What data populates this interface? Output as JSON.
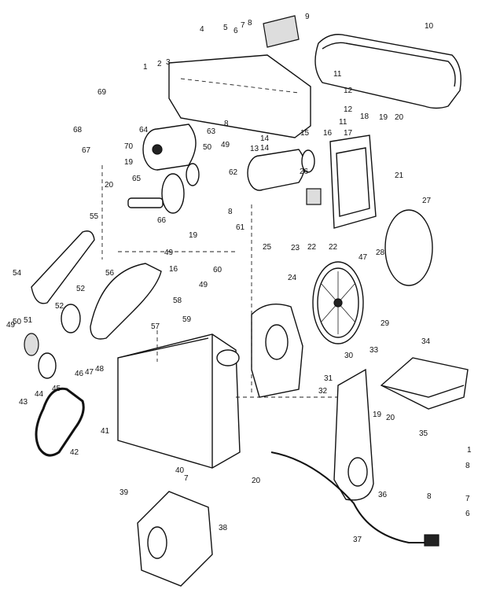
{
  "callouts": [
    {
      "id": "c1",
      "label": "1"
    },
    {
      "id": "c2",
      "label": "2"
    },
    {
      "id": "c3",
      "label": "3"
    },
    {
      "id": "c4",
      "label": "4"
    },
    {
      "id": "c5",
      "label": "5"
    },
    {
      "id": "c6",
      "label": "6"
    },
    {
      "id": "c7",
      "label": "7"
    },
    {
      "id": "c8",
      "label": "8"
    },
    {
      "id": "c9",
      "label": "9"
    },
    {
      "id": "c10",
      "label": "10"
    },
    {
      "id": "c11",
      "label": "11"
    },
    {
      "id": "c12",
      "label": "12"
    },
    {
      "id": "c12b",
      "label": "12"
    },
    {
      "id": "c11b",
      "label": "11"
    },
    {
      "id": "c8b",
      "label": "8"
    },
    {
      "id": "c13",
      "label": "13"
    },
    {
      "id": "c14",
      "label": "14"
    },
    {
      "id": "c14b",
      "label": "14"
    },
    {
      "id": "c15",
      "label": "15"
    },
    {
      "id": "c16",
      "label": "16"
    },
    {
      "id": "c17",
      "label": "17"
    },
    {
      "id": "c18",
      "label": "18"
    },
    {
      "id": "c19",
      "label": "19"
    },
    {
      "id": "c20",
      "label": "20"
    },
    {
      "id": "c21",
      "label": "21"
    },
    {
      "id": "c22",
      "label": "22"
    },
    {
      "id": "c22b",
      "label": "22"
    },
    {
      "id": "c23",
      "label": "23"
    },
    {
      "id": "c24",
      "label": "24"
    },
    {
      "id": "c25",
      "label": "25"
    },
    {
      "id": "c26",
      "label": "26"
    },
    {
      "id": "c27",
      "label": "27"
    },
    {
      "id": "c28",
      "label": "28"
    },
    {
      "id": "c29",
      "label": "29"
    },
    {
      "id": "c30",
      "label": "30"
    },
    {
      "id": "c31",
      "label": "31"
    },
    {
      "id": "c32",
      "label": "32"
    },
    {
      "id": "c33",
      "label": "33"
    },
    {
      "id": "c34",
      "label": "34"
    },
    {
      "id": "c35",
      "label": "35"
    },
    {
      "id": "c36",
      "label": "36"
    },
    {
      "id": "c37",
      "label": "37"
    },
    {
      "id": "c38",
      "label": "38"
    },
    {
      "id": "c39",
      "label": "39"
    },
    {
      "id": "c40",
      "label": "40"
    },
    {
      "id": "c41",
      "label": "41"
    },
    {
      "id": "c42",
      "label": "42"
    },
    {
      "id": "c43",
      "label": "43"
    },
    {
      "id": "c44",
      "label": "44"
    },
    {
      "id": "c45",
      "label": "45"
    },
    {
      "id": "c46",
      "label": "46"
    },
    {
      "id": "c47",
      "label": "47"
    },
    {
      "id": "c47b",
      "label": "47"
    },
    {
      "id": "c48",
      "label": "48"
    },
    {
      "id": "c49",
      "label": "49"
    },
    {
      "id": "c49b",
      "label": "49"
    },
    {
      "id": "c49c",
      "label": "49"
    },
    {
      "id": "c49d",
      "label": "49"
    },
    {
      "id": "c50",
      "label": "50"
    },
    {
      "id": "c50b",
      "label": "50"
    },
    {
      "id": "c51",
      "label": "51"
    },
    {
      "id": "c52",
      "label": "52"
    },
    {
      "id": "c52b",
      "label": "52"
    },
    {
      "id": "c54",
      "label": "54"
    },
    {
      "id": "c55",
      "label": "55"
    },
    {
      "id": "c56",
      "label": "56"
    },
    {
      "id": "c57",
      "label": "57"
    },
    {
      "id": "c58",
      "label": "58"
    },
    {
      "id": "c59",
      "label": "59"
    },
    {
      "id": "c60",
      "label": "60"
    },
    {
      "id": "c61",
      "label": "61"
    },
    {
      "id": "c62",
      "label": "62"
    },
    {
      "id": "c63",
      "label": "63"
    },
    {
      "id": "c64",
      "label": "64"
    },
    {
      "id": "c65",
      "label": "65"
    },
    {
      "id": "c66",
      "label": "66"
    },
    {
      "id": "c67",
      "label": "67"
    },
    {
      "id": "c68",
      "label": "68"
    },
    {
      "id": "c69",
      "label": "69"
    },
    {
      "id": "c70",
      "label": "70"
    },
    {
      "id": "c16b",
      "label": "16"
    },
    {
      "id": "c19b",
      "label": "19"
    },
    {
      "id": "c19c",
      "label": "19"
    },
    {
      "id": "c19d",
      "label": "19"
    },
    {
      "id": "c20b",
      "label": "20"
    },
    {
      "id": "c20c",
      "label": "20"
    },
    {
      "id": "c20d",
      "label": "20"
    },
    {
      "id": "c8c",
      "label": "8"
    },
    {
      "id": "c8d",
      "label": "8"
    },
    {
      "id": "c8e",
      "label": "8"
    },
    {
      "id": "c7b",
      "label": "7"
    },
    {
      "id": "c7c",
      "label": "7"
    },
    {
      "id": "c6b",
      "label": "6"
    },
    {
      "id": "c1b",
      "label": "1"
    }
  ]
}
